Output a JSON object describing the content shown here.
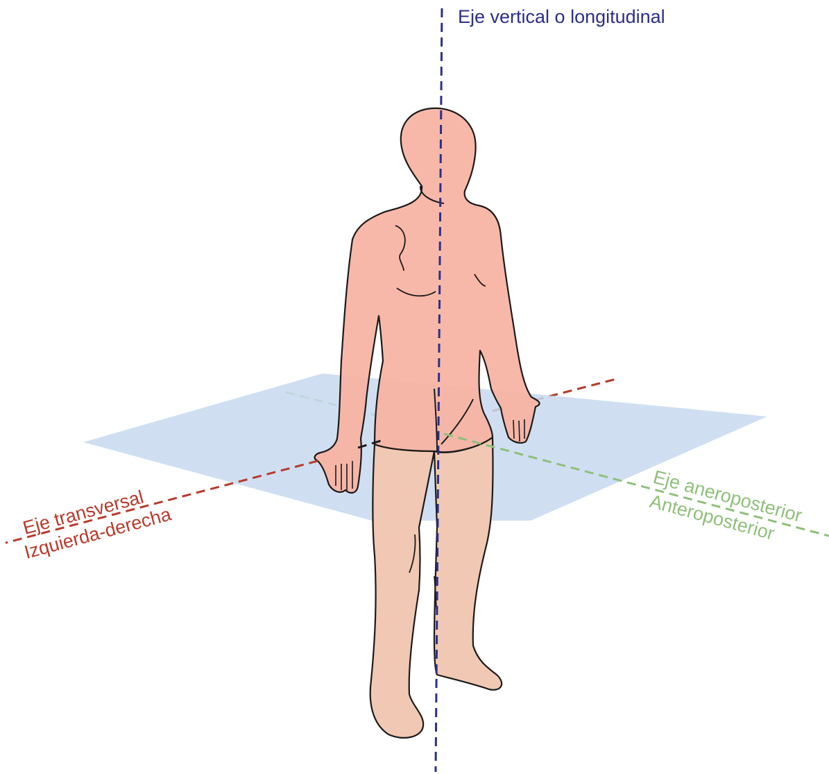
{
  "labels": {
    "vertical_axis": "Eje vertical o longitudinal",
    "transverse_axis_line1": "Eje  transversal",
    "transverse_axis_line2": "Izquierda-derecha",
    "ap_axis_line1": "Eje aneroposterior",
    "ap_axis_line2": "Anteroposterior"
  },
  "colors": {
    "vertical_axis": "#2b2f8a",
    "transverse_axis": "#b83a2a",
    "ap_axis": "#8ec07a",
    "plane": "#c7d9ef",
    "skin_upper": "#f7b3a3",
    "skin_lower": "#f1c8b3",
    "outline": "#1a1a1a"
  }
}
